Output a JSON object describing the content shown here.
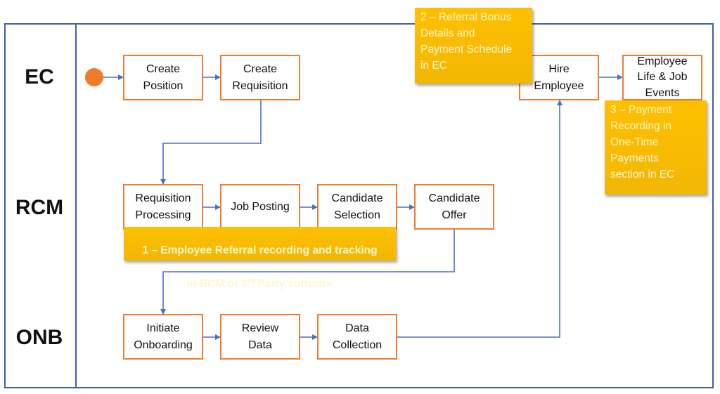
{
  "lanes": {
    "ec": "EC",
    "rcm": "RCM",
    "onb": "ONB"
  },
  "steps": {
    "create_position": "Create\nPosition",
    "create_requisition": "Create\nRequisition",
    "hire_employee": "Hire\nEmployee",
    "employee_life_events": "Employee\nLife & Job\nEvents",
    "requisition_processing": "Requisition\nProcessing",
    "job_posting": "Job Posting",
    "candidate_selection": "Candidate\nSelection",
    "candidate_offer": "Candidate\nOffer",
    "initiate_onboarding": "Initiate\nOnboarding",
    "review_data": "Review\nData",
    "data_collection": "Data\nCollection"
  },
  "notes": {
    "referral_bonus": "2 – Referral Bonus\nDetails and\nPayment Schedule\nin EC",
    "payment_recording": "3 – Payment\nRecording in\nOne-Time\nPayments\nsection in EC",
    "referral_tracking_line1": "1 – Employee Referral recording and tracking",
    "referral_tracking_line2_pre": "in RCM or 3",
    "referral_tracking_sup": "rd",
    "referral_tracking_line2_post": " Party software"
  },
  "colors": {
    "frame": "#3d5fb0",
    "box_border": "#ed7d31",
    "start": "#f07b2a",
    "note": "#ffc000",
    "arrow": "#4a6fc7"
  }
}
